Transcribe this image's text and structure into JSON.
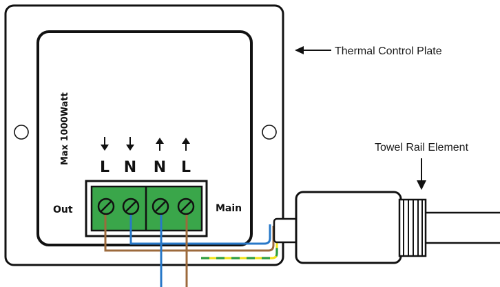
{
  "plate_label": "Thermal Control Plate",
  "element_label": "Towel Rail Element",
  "max_rating": "Max 1000Watt",
  "out_label": "Out",
  "main_label": "Main",
  "terminals": [
    "L",
    "N",
    "N",
    "L"
  ],
  "terminal_arrows": [
    "down",
    "down",
    "up",
    "up"
  ],
  "colors": {
    "terminal_block": "#3aa64a",
    "live_wire": "#9c6a3c",
    "neutral_wire": "#2878c8",
    "earth_green": "#2e9e44",
    "earth_yellow": "#f2e21b",
    "outline": "#111111"
  }
}
